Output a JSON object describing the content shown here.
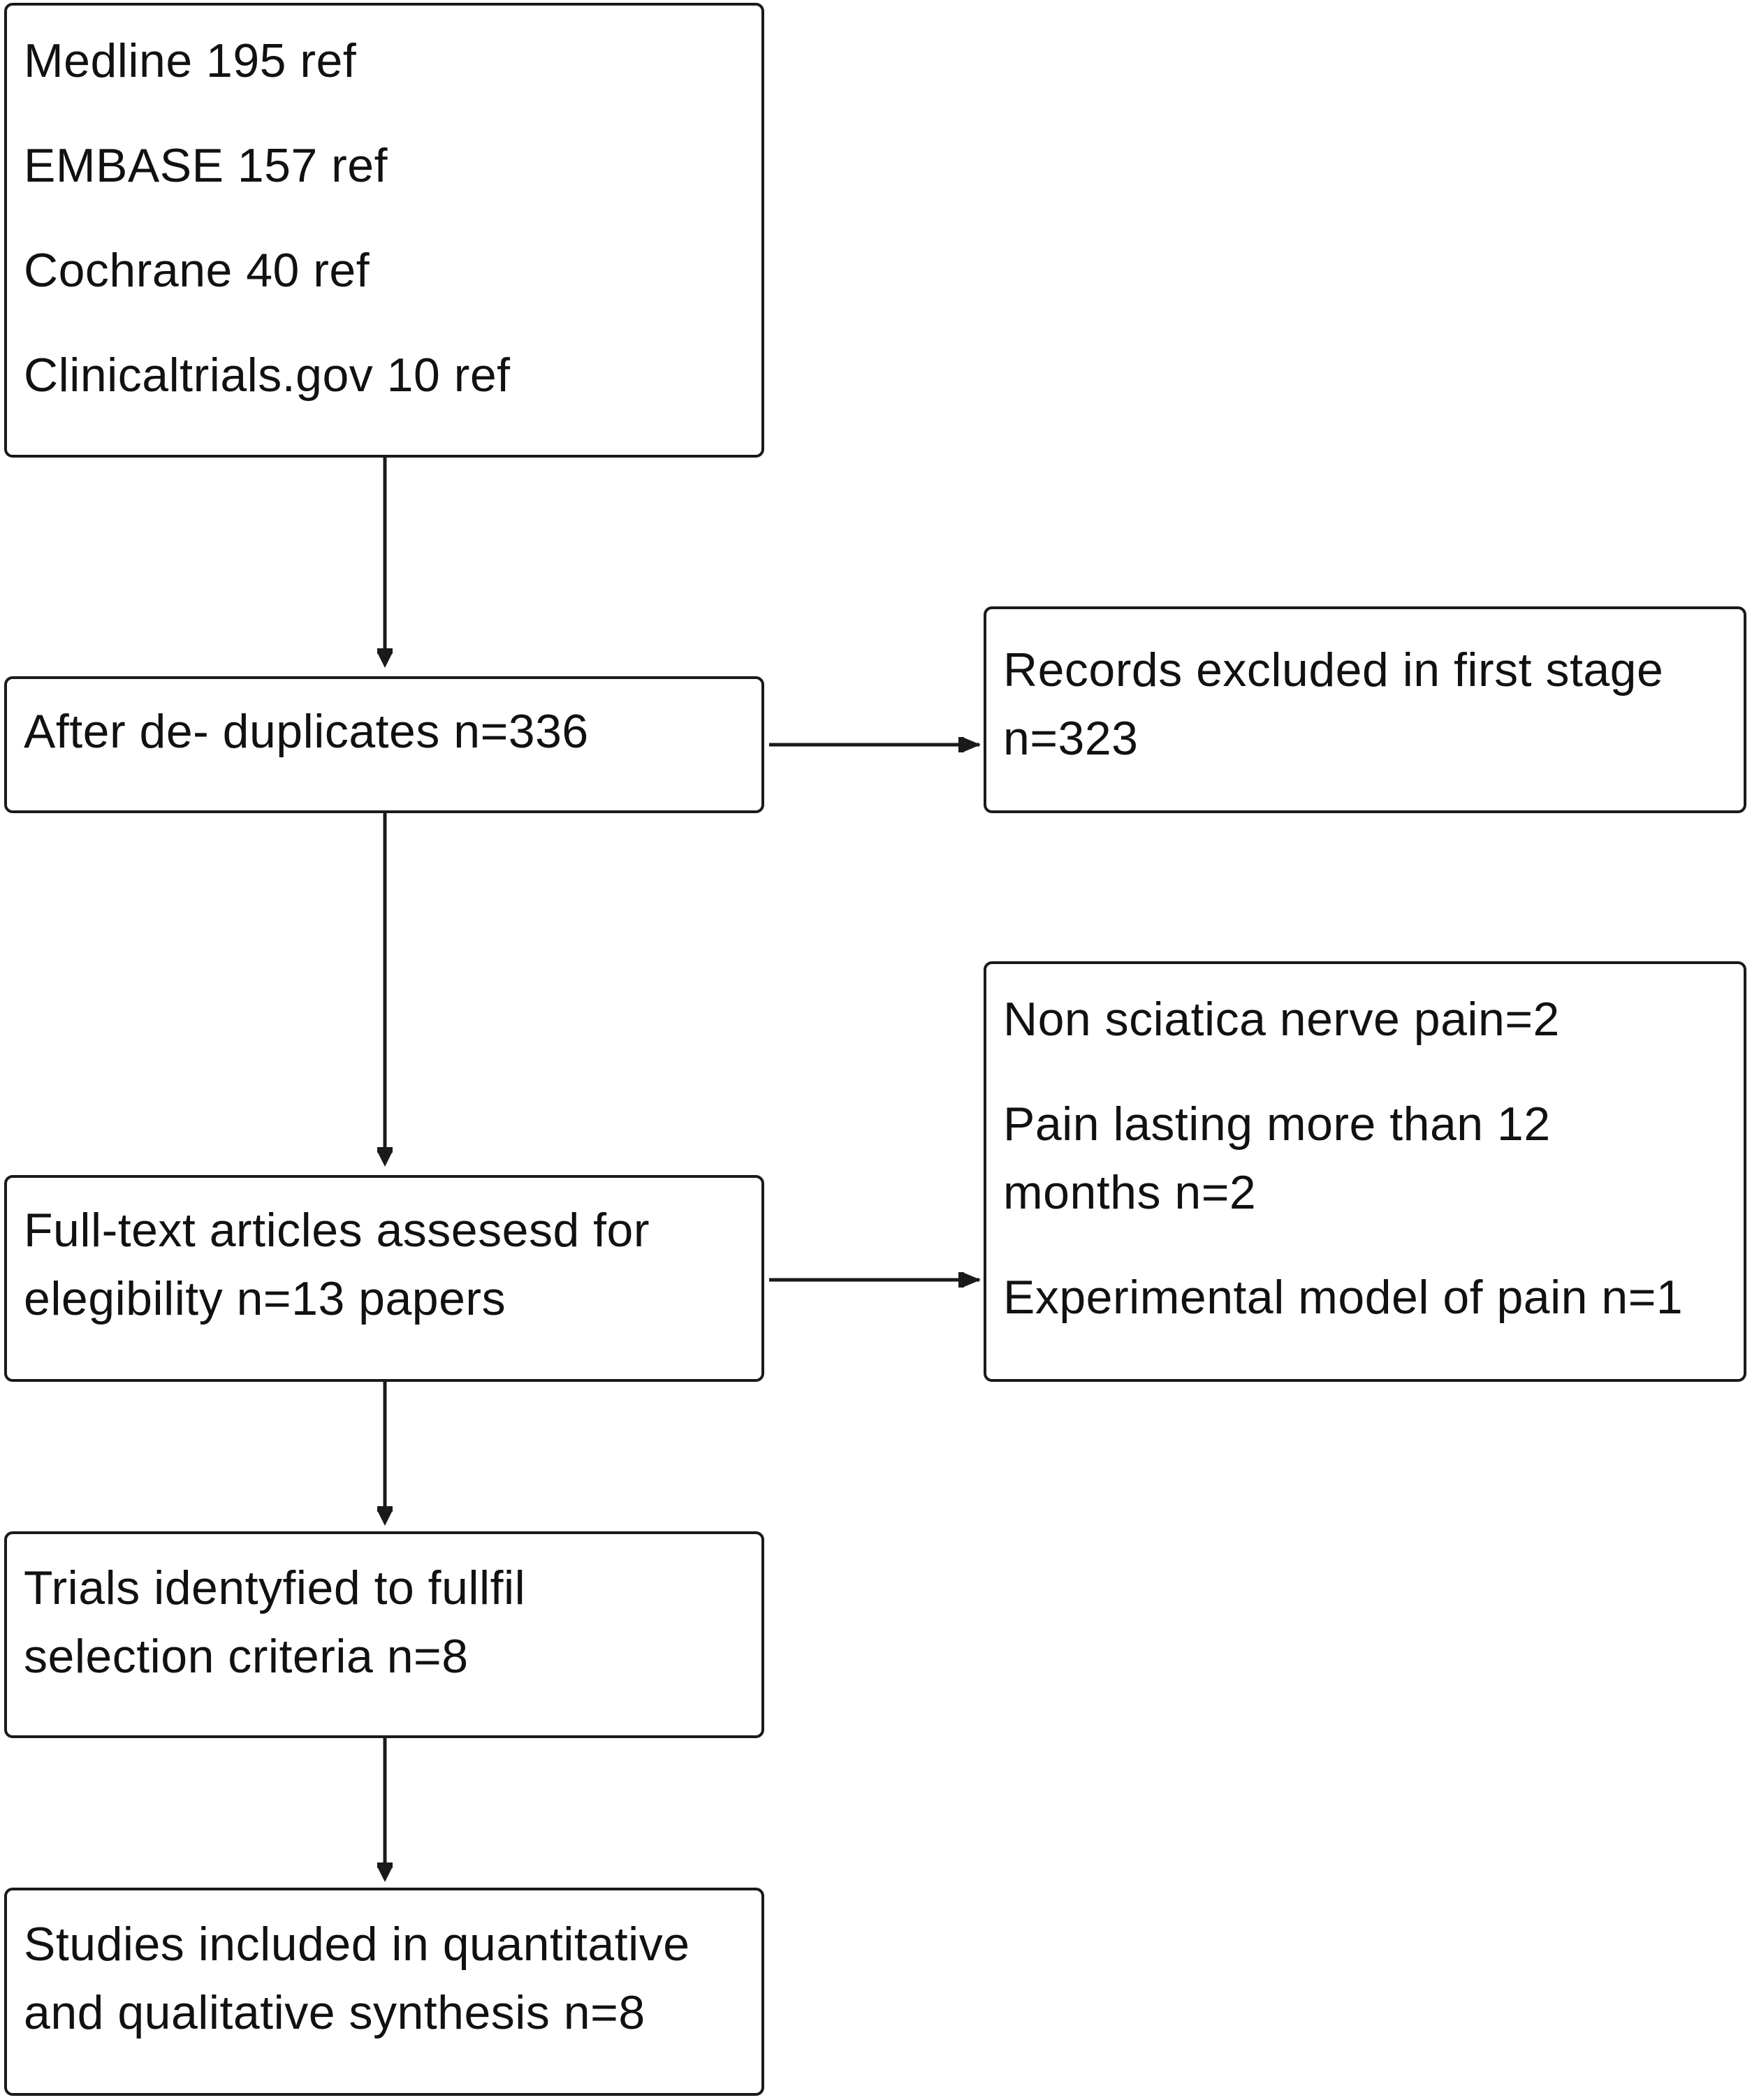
{
  "flowchart": {
    "sources": {
      "lines": [
        "Medline 195 ref",
        "EMBASE 157 ref",
        "Cochrane 40 ref",
        "Clinicaltrials.gov 10 ref"
      ]
    },
    "deduplicated": {
      "lines": [
        "After de- duplicates n=336"
      ]
    },
    "excluded_first_stage": {
      "lines": [
        "Records excluded in first stage",
        "n=323"
      ]
    },
    "full_text": {
      "lines": [
        "Full-text articles assesesd for",
        "elegibility n=13 papers"
      ]
    },
    "full_text_exclusions": {
      "lines": [
        "Non sciatica nerve pain=2",
        "Pain lasting more than 12",
        "months n=2",
        "Experimental model of pain n=1"
      ]
    },
    "trials_identified": {
      "lines": [
        "Trials identyfied to fullfil",
        "selection criteria n=8"
      ]
    },
    "included": {
      "lines": [
        "Studies included in quantitative",
        "and qualitative synthesis n=8"
      ]
    }
  }
}
